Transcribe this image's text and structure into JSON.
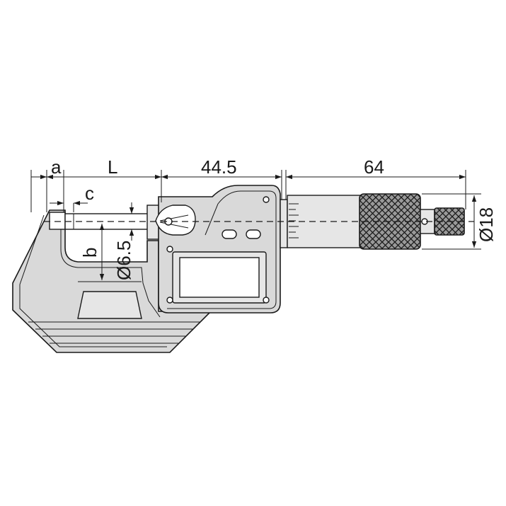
{
  "dimensions": {
    "a": "a",
    "L": "L",
    "c": "c",
    "b": "b",
    "d_spindle": "Ø6.5",
    "len_44_5": "44.5",
    "len_64": "64",
    "d_thimble": "Ø18"
  }
}
